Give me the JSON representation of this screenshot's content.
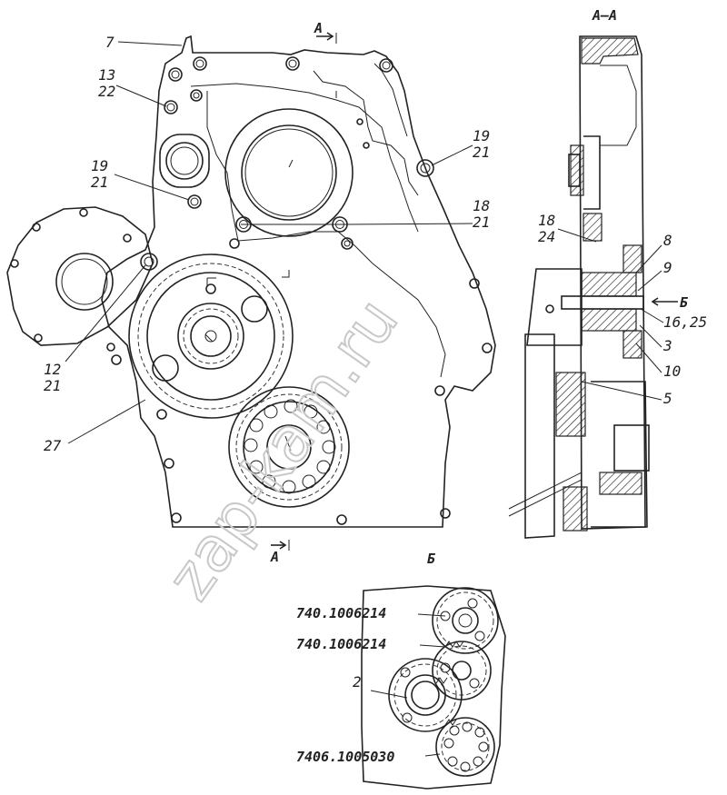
{
  "section_label": "А–А",
  "view_label": "Б",
  "section_arrow_label": "А",
  "view_arrow_label": "Б",
  "callouts_front": [
    {
      "id": "7",
      "text": "7"
    },
    {
      "id": "13-22",
      "top": "13",
      "bottom": "22"
    },
    {
      "id": "19-21-left",
      "top": "19",
      "bottom": "21"
    },
    {
      "id": "19-21-right",
      "top": "19",
      "bottom": "21"
    },
    {
      "id": "18-21",
      "top": "18",
      "bottom": "21"
    },
    {
      "id": "12-21",
      "top": "12",
      "bottom": "21"
    },
    {
      "id": "27",
      "text": "27"
    }
  ],
  "callouts_section": [
    {
      "id": "18-24",
      "top": "18",
      "bottom": "24"
    },
    {
      "id": "8",
      "text": "8"
    },
    {
      "id": "9",
      "text": "9"
    },
    {
      "id": "16-25",
      "text": "16,25"
    },
    {
      "id": "3",
      "text": "3"
    },
    {
      "id": "10",
      "text": "10"
    },
    {
      "id": "5",
      "text": "5"
    }
  ],
  "callouts_view_b": [
    {
      "id": "code-1",
      "text": "740.1006214"
    },
    {
      "id": "code-2",
      "text": "740.1006214"
    },
    {
      "id": "part-2",
      "text": "2"
    },
    {
      "id": "code-3",
      "text": "7406.1005030"
    }
  ],
  "watermark": "zap-kam.ru"
}
